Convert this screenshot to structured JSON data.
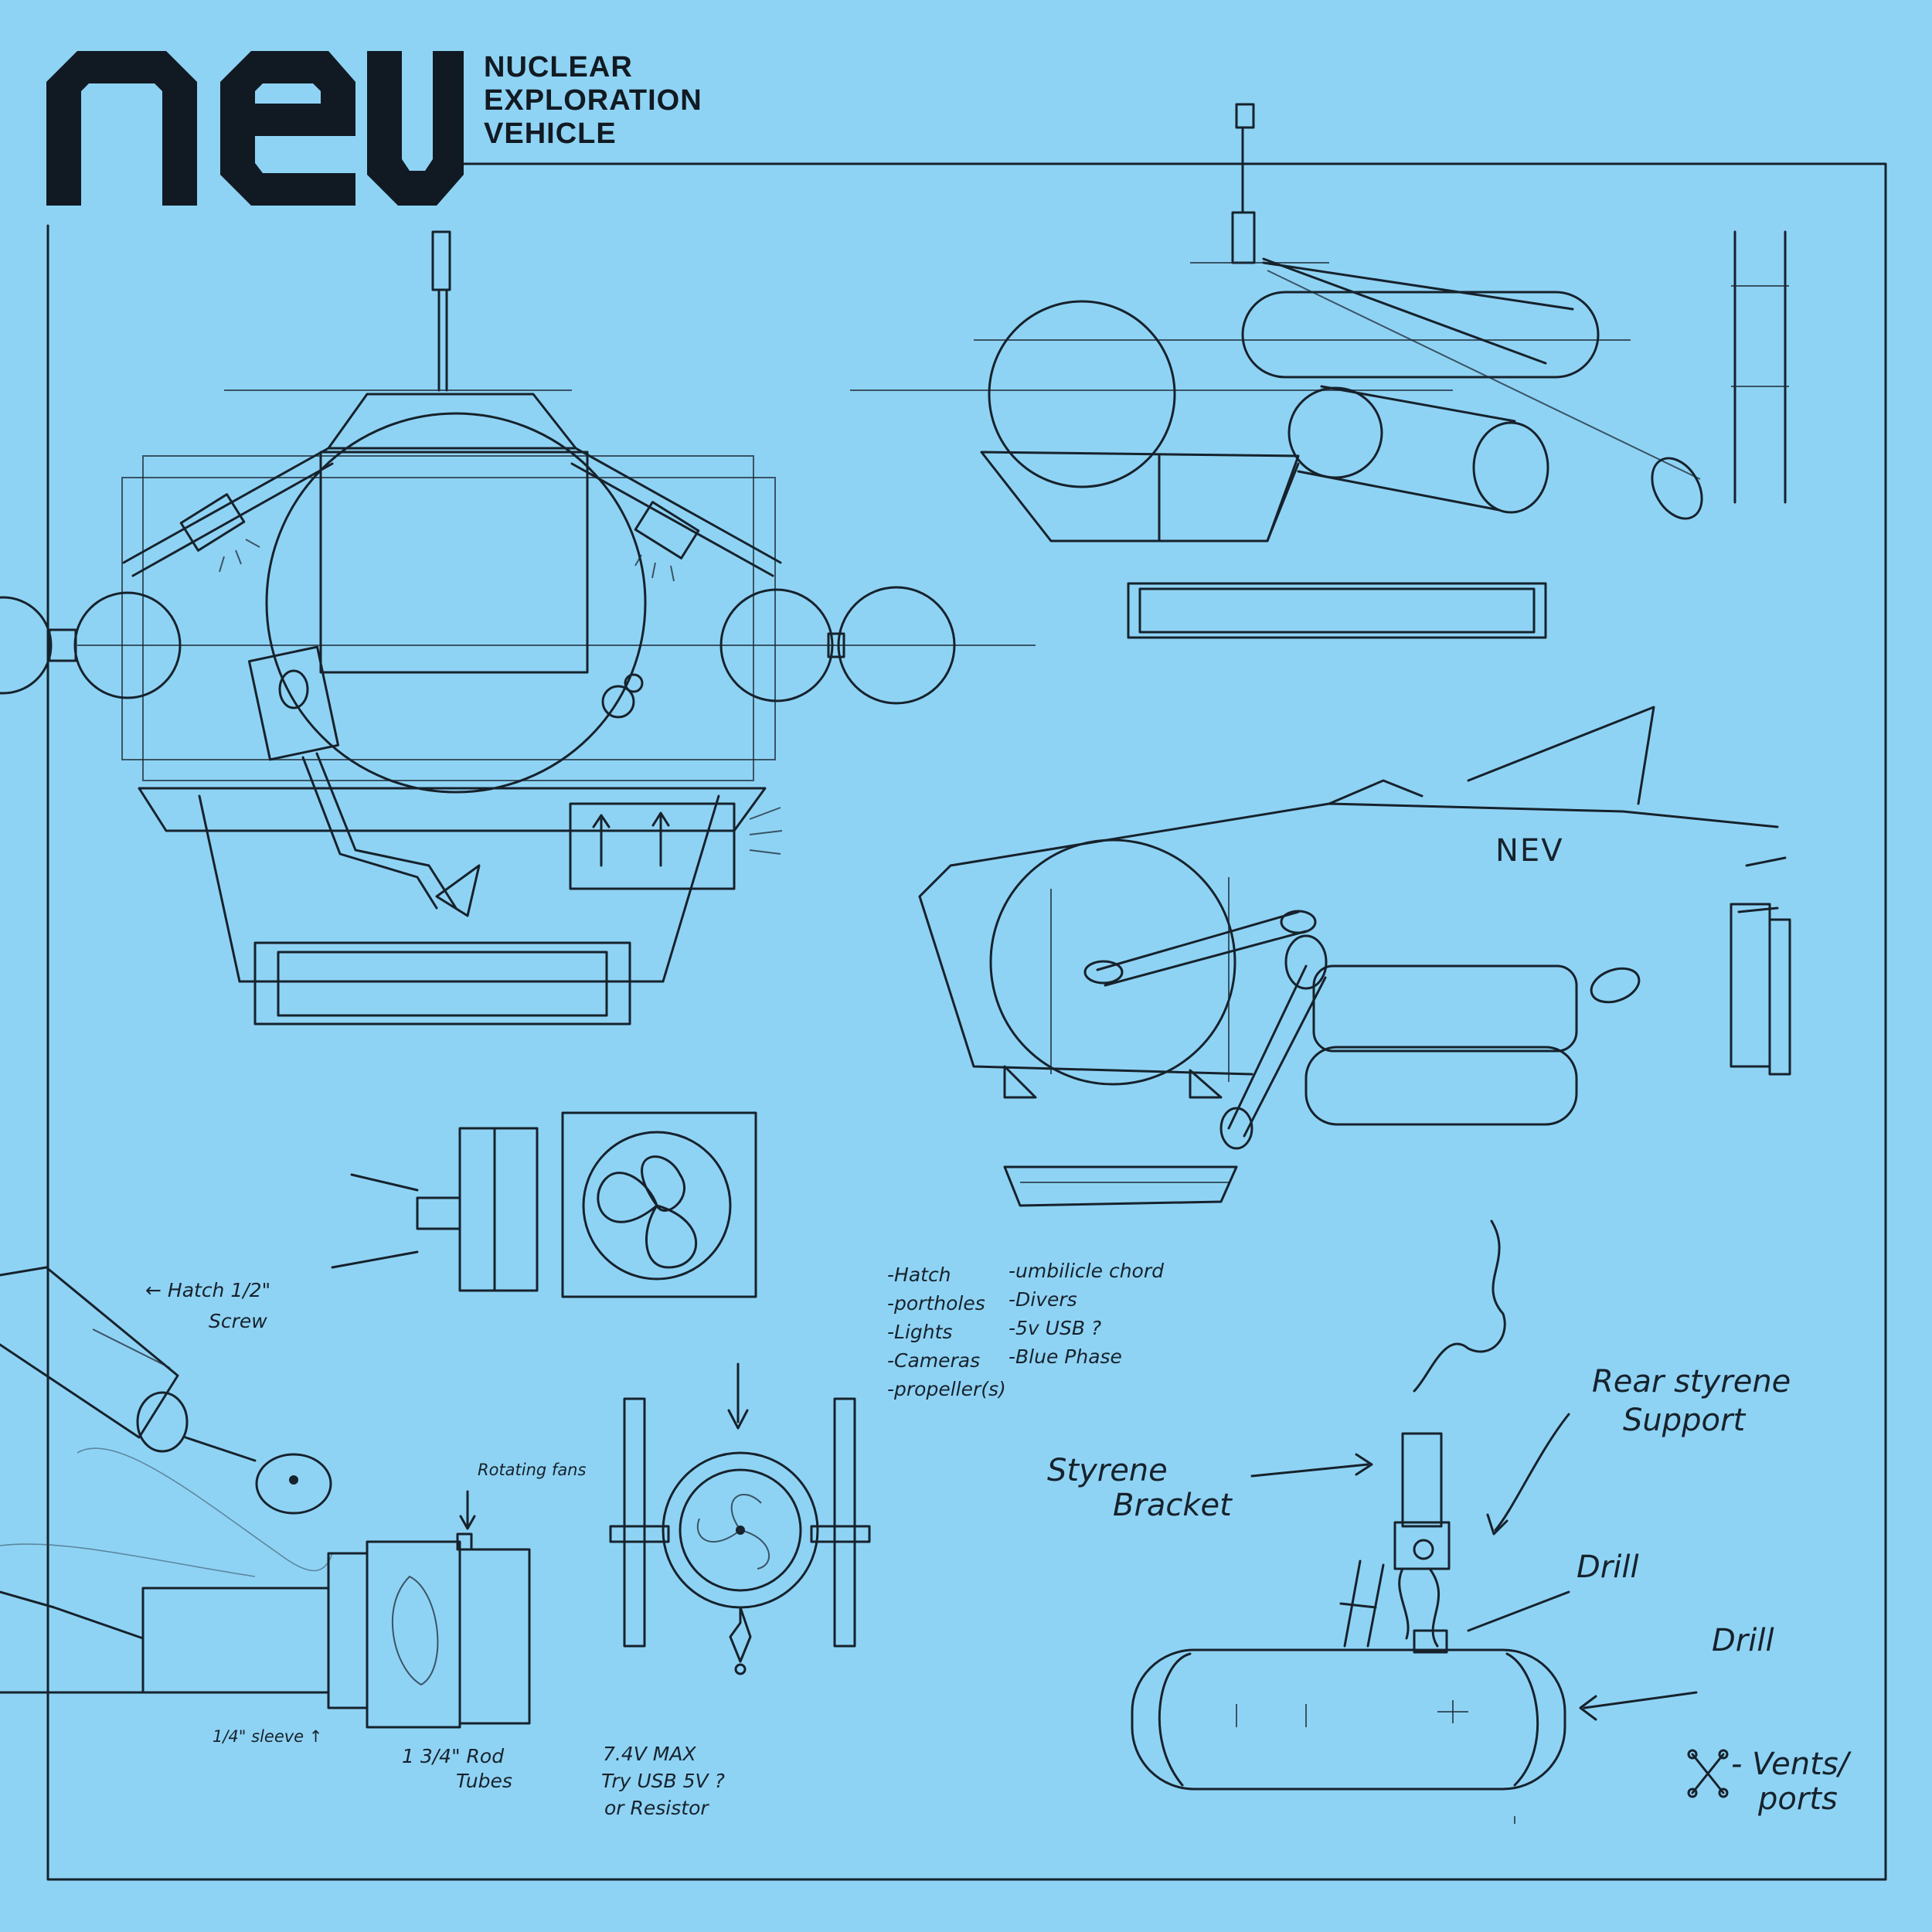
{
  "logo": {
    "mark_text": "NEV",
    "subtitle_lines": [
      "NUCLEAR",
      "EXPLORATION",
      "VEHICLE"
    ]
  },
  "sketch": {
    "hull_label": "NEV",
    "hatch_note": [
      "← Hatch 1/2\"",
      "Screw"
    ],
    "rotating_fans": "Rotating fans",
    "sleeve_note": "1/4\" sleeve ↑",
    "rod_tubes_note": [
      "1 3/4\" Rod",
      "Tubes"
    ],
    "feature_list_left": [
      "-Hatch",
      "-portholes",
      "-Lights",
      "-Cameras",
      "-propeller(s)"
    ],
    "feature_list_right": [
      "-umbilicle chord",
      "-Divers",
      "-5v USB ?",
      "-Blue Phase"
    ],
    "power_note": [
      "7.4V MAX",
      "Try USB 5V ?",
      "or Resistor"
    ],
    "styrene_bracket": [
      "Styrene",
      "Bracket"
    ],
    "rear_support": [
      "Rear styrene",
      "Support"
    ],
    "drill_1": "Drill",
    "drill_2": "Drill",
    "vents_note": [
      "- Vents/",
      "ports"
    ]
  },
  "colors": {
    "paper": "#8fd3f4",
    "ink": "#16222c"
  }
}
